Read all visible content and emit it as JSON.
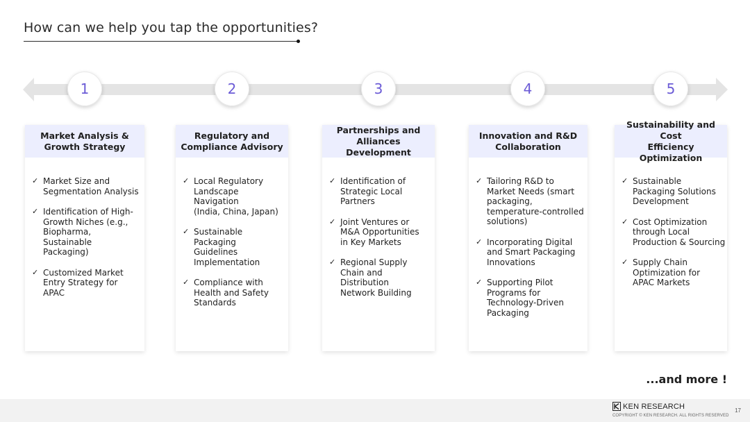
{
  "title": "How can we help you tap the opportunities?",
  "colors": {
    "accent": "#6b5bd6",
    "card_header_bg": "#eceefe",
    "arrow_band": "#e4e4e4"
  },
  "steps": [
    {
      "number": "1",
      "heading": "Market Analysis &\nGrowth Strategy",
      "items": [
        "Market Size and\nSegmentation Analysis",
        "Identification of High-\nGrowth Niches (e.g.,\nBiopharma, Sustainable\nPackaging)",
        "Customized Market\nEntry Strategy for APAC"
      ]
    },
    {
      "number": "2",
      "heading": "Regulatory and\nCompliance Advisory",
      "items": [
        "Local Regulatory\nLandscape Navigation\n(India, China, Japan)",
        "Sustainable Packaging\nGuidelines\nImplementation",
        "Compliance with\nHealth and Safety\nStandards"
      ]
    },
    {
      "number": "3",
      "heading": "Partnerships and\nAlliances Development",
      "items": [
        "Identification of\nStrategic Local\nPartners",
        "Joint Ventures or\nM&A Opportunities\nin Key Markets",
        "Regional Supply\nChain and Distribution\n Network Building"
      ]
    },
    {
      "number": "4",
      "heading": "Innovation and R&D\nCollaboration",
      "items": [
        "Tailoring R&D to\nMarket Needs (smart\npackaging,\ntemperature-controlled\nsolutions)",
        "Incorporating Digital\nand Smart Packaging\nInnovations",
        "Supporting Pilot\nPrograms for\nTechnology-Driven\n Packaging"
      ]
    },
    {
      "number": "5",
      "heading": "Sustainability and Cost\nEfficiency Optimization",
      "items": [
        "Sustainable\nPackaging Solutions\nDevelopment",
        "Cost Optimization\nthrough Local\nProduction & Sourcing",
        "Supply Chain\nOptimization for\nAPAC Markets"
      ]
    }
  ],
  "more_text": "...and more !",
  "footer": {
    "logo_text": "KEN RESEARCH",
    "copyright": "COPYRIGHT © KEN RESEARCH. ALL RIGHTS RESERVED",
    "page_number": "17"
  }
}
